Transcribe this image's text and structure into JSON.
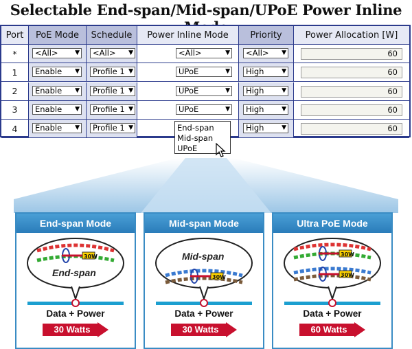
{
  "title": "Selectable End-span/Mid-span/UPoE Power Inline Mode",
  "table": {
    "headers": [
      "Port",
      "PoE Mode",
      "Schedule",
      "Power Inline Mode",
      "Priority",
      "Power Allocation [W]"
    ],
    "rows": [
      {
        "port": "*",
        "poe_mode": "<All>",
        "schedule": "<All>",
        "inline_mode": "<All>",
        "priority": "<All>",
        "allocation": "60"
      },
      {
        "port": "1",
        "poe_mode": "Enable",
        "schedule": "Profile 1",
        "inline_mode": "UPoE",
        "priority": "High",
        "allocation": "60"
      },
      {
        "port": "2",
        "poe_mode": "Enable",
        "schedule": "Profile 1",
        "inline_mode": "UPoE",
        "priority": "High",
        "allocation": "60"
      },
      {
        "port": "3",
        "poe_mode": "Enable",
        "schedule": "Profile 1",
        "inline_mode": "UPoE",
        "priority": "High",
        "allocation": "60"
      },
      {
        "port": "4",
        "poe_mode": "Enable",
        "schedule": "Profile 1",
        "inline_mode": "",
        "priority": "High",
        "allocation": "60"
      }
    ],
    "dropdown_options": [
      "End-span",
      "Mid-span",
      "UPoE"
    ]
  },
  "panels": [
    {
      "title": "End-span Mode",
      "bubble_text": "End-span",
      "watt_tag": "30W",
      "label": "Data + Power",
      "watts": "30 Watts"
    },
    {
      "title": "Mid-span Mode",
      "bubble_text": "Mid-span",
      "watt_tag": "30W",
      "label": "Data + Power",
      "watts": "30 Watts"
    },
    {
      "title": "Ultra PoE Mode",
      "bubble_text": "",
      "watt_tag": "30W",
      "label": "Data + Power",
      "watts": "60 Watts"
    }
  ],
  "colors": {
    "table_border": "#2b3a8c",
    "panel_accent": "#3a8cc4",
    "arrow_red": "#c8102e"
  }
}
